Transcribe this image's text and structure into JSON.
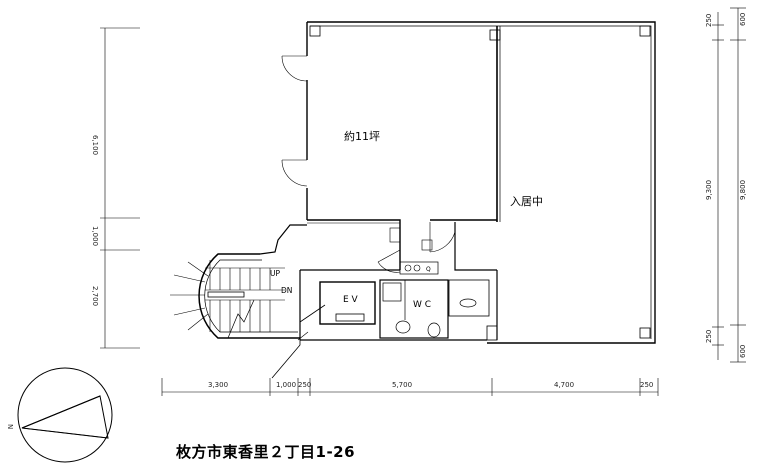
{
  "rooms": {
    "left_room_label": "約11坪",
    "right_room_label": "入居中",
    "elevator_label": "E V",
    "toilet_label": "W C",
    "stair_up": "UP",
    "stair_down": "DN",
    "sink_mark": "Q"
  },
  "dimensions": {
    "left_upper": "6,100",
    "left_middle": "1,000",
    "left_lower": "2,700",
    "right_top_inner": "250",
    "right_top_outer": "600",
    "right_main_inner": "9,300",
    "right_main_outer": "9,800",
    "right_bottom_inner": "250",
    "right_bottom_outer": "600",
    "bottom_1": "3,300",
    "bottom_2": "1,000",
    "bottom_3": "250",
    "bottom_4": "5,700",
    "bottom_5": "4,700",
    "bottom_6": "250"
  },
  "compass": {
    "north_label": "N"
  },
  "address": "枚方市東香里２丁目1-26"
}
